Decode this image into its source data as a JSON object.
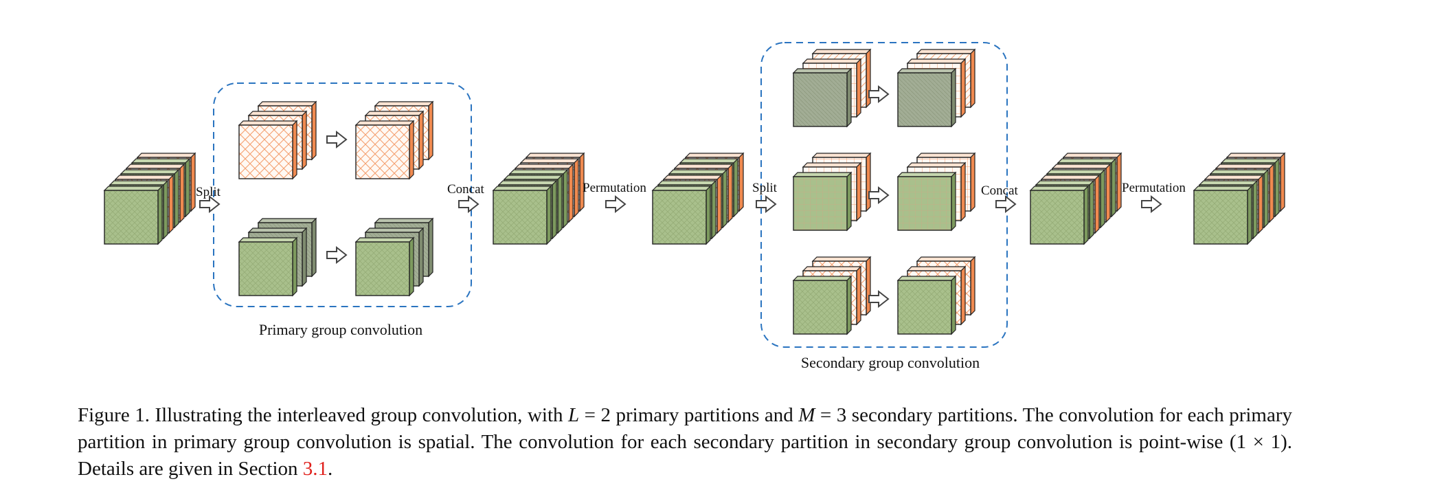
{
  "figure": {
    "labels": {
      "split_1": "Split",
      "concat_1": "Concat",
      "permutation_1": "Permutation",
      "split_2": "Split",
      "concat_2": "Concat",
      "permutation_2": "Permutation"
    },
    "group_titles": {
      "primary": "Primary group convolution",
      "secondary": "Secondary group convolution"
    },
    "colors": {
      "green_face": "#a9c08c",
      "green_side": "#7d9a5e",
      "orange_stroke": "#f4a070",
      "orange_side": "#f08a50",
      "gray_face": "#9aa58e",
      "dashed_border": "#2a74c0",
      "arrow": "#444444"
    }
  },
  "caption": {
    "line1_a": "Figure 1. Illustrating the interleaved group convolution, with ",
    "math_L": "L",
    "eq1": " = 2",
    "line1_b": " primary partitions and ",
    "math_M": "M",
    "eq2": " = 3",
    "line1_c": " secondary partitions. The convolution for each primary partition in primary group convolution is spatial.  The convolution for each secondary partition in secondary group convolution is point-wise (1 × 1). Details are given in Section ",
    "ref": "3.1",
    "end": "."
  }
}
